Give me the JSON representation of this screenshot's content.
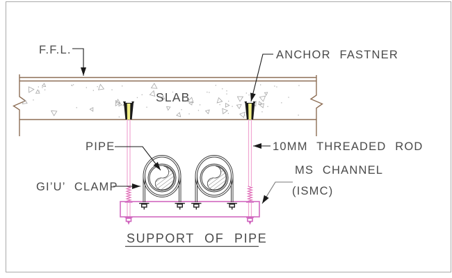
{
  "drawing": {
    "title": "SUPPORT OF PIPE",
    "labels": {
      "ffl": "F.F.L.",
      "slab": "SLAB",
      "anchor_fastener": "ANCHOR FASTNER",
      "pipe": "PIPE",
      "clamp": "GI’U’ CLAMP",
      "threaded_rod": "10MM THREADED ROD",
      "ms_channel": "MS CHANNEL",
      "ms_channel_sub": "(ISMC)"
    },
    "colors": {
      "slab_line": "#8d6e55",
      "rod": "#f0a6d2",
      "thread": "#dd5fb0",
      "channel": "#d169c0",
      "anchor_fill": "#f2ef86",
      "ink": "#1a1a1a",
      "text": "#4a4a4a"
    }
  }
}
